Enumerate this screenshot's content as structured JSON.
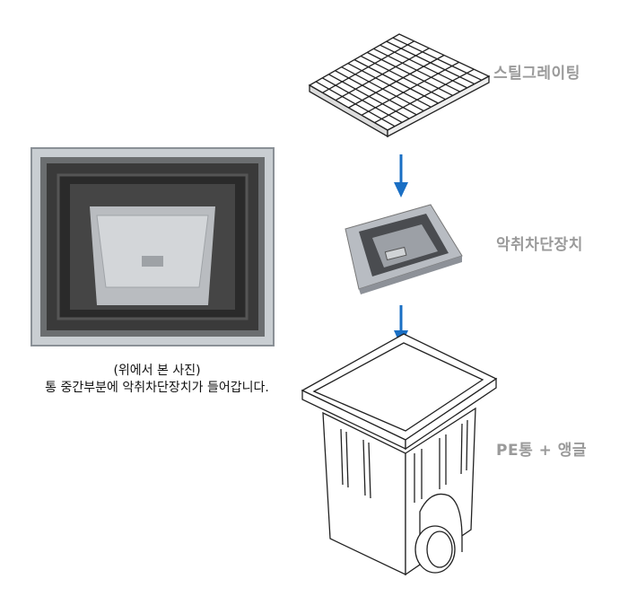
{
  "labels": {
    "grating": "스틸그레이팅",
    "odor_device": "악취차단장치",
    "pe_box": "PE통 + 앵글"
  },
  "caption": {
    "line1": "(위에서 본 사진)",
    "line2": "통 중간부분에 악취차단장치가 들어갑니다."
  },
  "colors": {
    "arrow": "#1a6fc4",
    "label": "#9a9a9a"
  }
}
